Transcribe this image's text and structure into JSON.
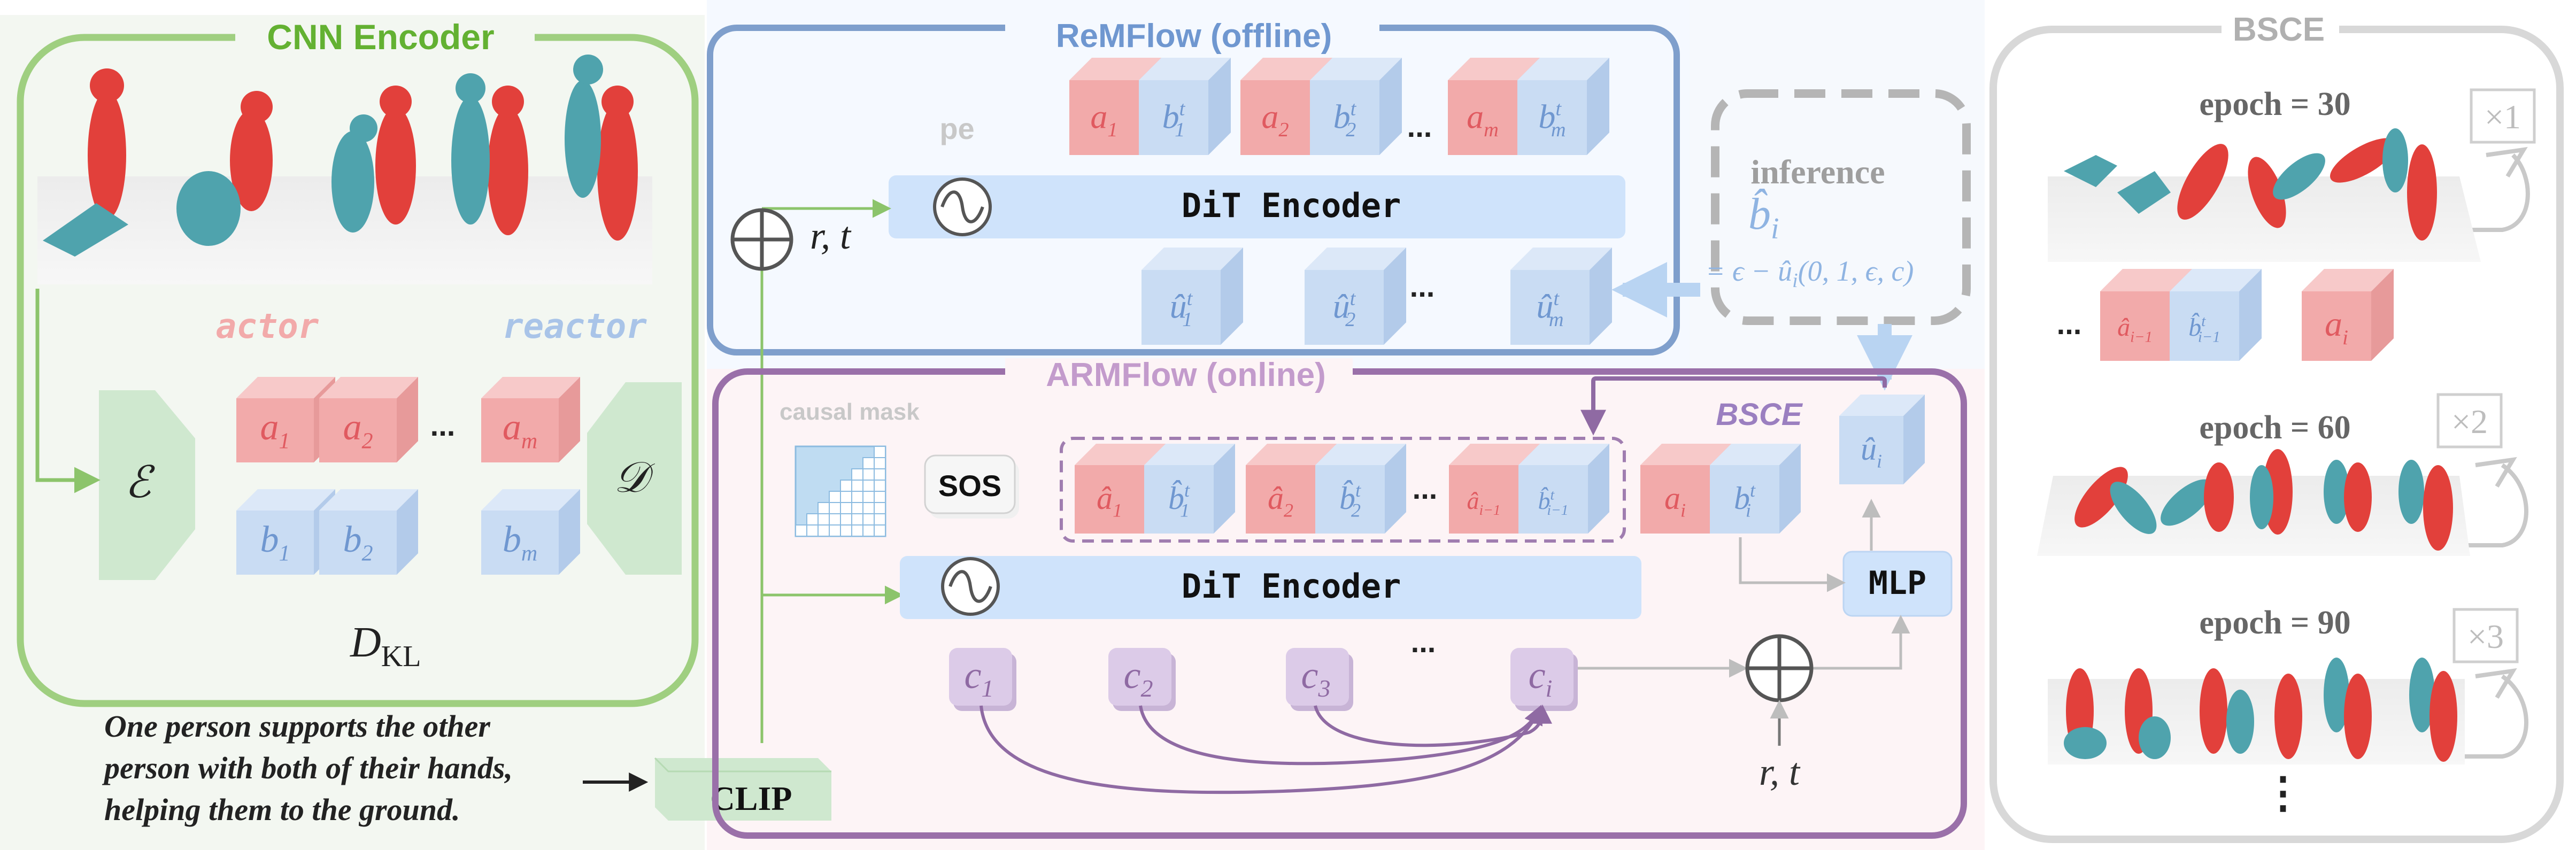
{
  "colors": {
    "cnn_green": "#8cc46b",
    "cnn_title": "#63b132",
    "remflow_blue": "#7f9fcc",
    "remflow_title": "#6f97d0",
    "armflow_purple": "#9a70a9",
    "armflow_title": "#c39bcc",
    "bsce_gray": "#d6d6d6",
    "actor_red": "#f2aaaa",
    "reactor_blue": "#b9d0ec",
    "cond_purple": "#d9c8e6",
    "encoder_green": "#d2e9d0",
    "dit_blue": "#cfe3fb"
  },
  "cnn": {
    "title": "CNN Encoder",
    "actor_label": "actor",
    "reactor_label": "reactor",
    "encoder_symbol": "ℰ",
    "decoder_symbol": "𝒟",
    "a_tokens": [
      "a",
      "a",
      "a"
    ],
    "a_subs": [
      "1",
      "2",
      "m"
    ],
    "b_tokens": [
      "b",
      "b",
      "b"
    ],
    "b_subs": [
      "1",
      "2",
      "m"
    ],
    "ellipsis": "...",
    "kl_main": "D",
    "kl_sub": "KL"
  },
  "caption": {
    "line1": "One person supports the other",
    "line2": "person with both of their hands,",
    "line3": "helping them to the ground.",
    "clip": "CLIP"
  },
  "remflow": {
    "title": "ReMFlow (offline)",
    "pe": "pe",
    "encoder": "DiT Encoder",
    "rt": "r, t",
    "ellipsis": "...",
    "tokens": [
      {
        "sym": "a",
        "sub": "1",
        "sup": "",
        "kind": "actor"
      },
      {
        "sym": "b",
        "sub": "1",
        "sup": "t",
        "kind": "reactor"
      },
      {
        "sym": "a",
        "sub": "2",
        "sup": "",
        "kind": "actor"
      },
      {
        "sym": "b",
        "sub": "2",
        "sup": "t",
        "kind": "reactor"
      },
      {
        "sym": "a",
        "sub": "m",
        "sup": "",
        "kind": "actor"
      },
      {
        "sym": "b",
        "sub": "m",
        "sup": "t",
        "kind": "reactor"
      }
    ],
    "outputs": [
      {
        "sym": "û",
        "sub": "1",
        "sup": "t"
      },
      {
        "sym": "û",
        "sub": "2",
        "sup": "t"
      },
      {
        "sym": "û",
        "sub": "m",
        "sup": "t"
      }
    ]
  },
  "inference": {
    "label": "inference",
    "bhat": "b̂",
    "bhat_sub": "i",
    "formula": "= ϵ − û",
    "formula_sub": "i",
    "formula_args": "(0, 1, ϵ, c)"
  },
  "armflow": {
    "title": "ARMFlow (online)",
    "causal_mask": "causal mask",
    "sos": "SOS",
    "encoder": "DiT Encoder",
    "mlp": "MLP",
    "bsce": "BSCE",
    "rt": "r, t",
    "ellipsis": "...",
    "window": [
      {
        "sym": "â",
        "sub": "1",
        "sup": "",
        "kind": "actor"
      },
      {
        "sym": "b̂",
        "sub": "1",
        "sup": "t",
        "kind": "reactor"
      },
      {
        "sym": "â",
        "sub": "2",
        "sup": "",
        "kind": "actor"
      },
      {
        "sym": "b̂",
        "sub": "2",
        "sup": "t",
        "kind": "reactor"
      },
      {
        "sym": "â",
        "sub": "i−1",
        "sup": "",
        "kind": "actor"
      },
      {
        "sym": "b̂",
        "sub": "i−1",
        "sup": "t",
        "kind": "reactor"
      }
    ],
    "current": [
      {
        "sym": "a",
        "sub": "i",
        "sup": "",
        "kind": "actor"
      },
      {
        "sym": "b",
        "sub": "i",
        "sup": "t",
        "kind": "reactor"
      }
    ],
    "output": {
      "sym": "û",
      "sub": "i",
      "sup": ""
    },
    "conds": [
      {
        "sym": "c",
        "sub": "1"
      },
      {
        "sym": "c",
        "sub": "2"
      },
      {
        "sym": "c",
        "sub": "3"
      },
      {
        "sym": "c",
        "sub": "i"
      }
    ]
  },
  "bsce": {
    "title": "BSCE",
    "epochs": [
      "epoch = 30",
      "epoch = 60",
      "epoch = 90"
    ],
    "repeats": [
      "×1",
      "×2",
      "×3"
    ],
    "ellipsis": "...",
    "vdots": "⋮",
    "tokens": [
      {
        "sym": "â",
        "sub": "i−1",
        "sup": "",
        "kind": "actor"
      },
      {
        "sym": "b̂",
        "sub": "i−1",
        "sup": "t",
        "kind": "reactor"
      },
      {
        "sym": "a",
        "sub": "i",
        "sup": "",
        "kind": "actor"
      }
    ]
  }
}
